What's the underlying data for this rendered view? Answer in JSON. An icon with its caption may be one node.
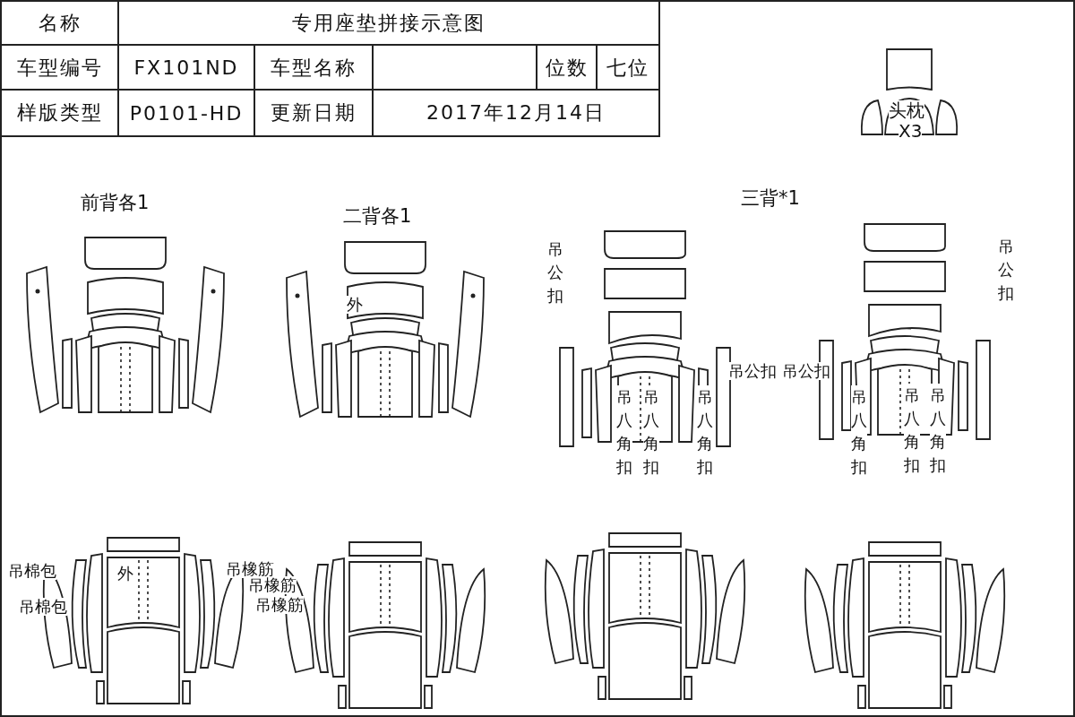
{
  "diagram": {
    "labels": [
      "名称",
      "专用座垫拼接示意图",
      "车型编号",
      "FX101ND",
      "车型名称",
      "位数",
      "七位",
      "样版类型",
      "P0101-HD",
      "更新日期",
      "2017年12月14日",
      "头枕",
      "X3",
      "前背各1",
      "二背各1",
      "三背*1",
      "吊公扣",
      "吊公扣",
      "外",
      "吊公扣",
      "吊公扣",
      "吊八角扣",
      "吊八角扣",
      "吊八角扣",
      "吊八角扣",
      "吊八角扣",
      "吊八角扣",
      "吊棉包",
      "吊棉包",
      "外",
      "吊橡筋",
      "吊橡筋",
      "吊橡筋"
    ]
  }
}
